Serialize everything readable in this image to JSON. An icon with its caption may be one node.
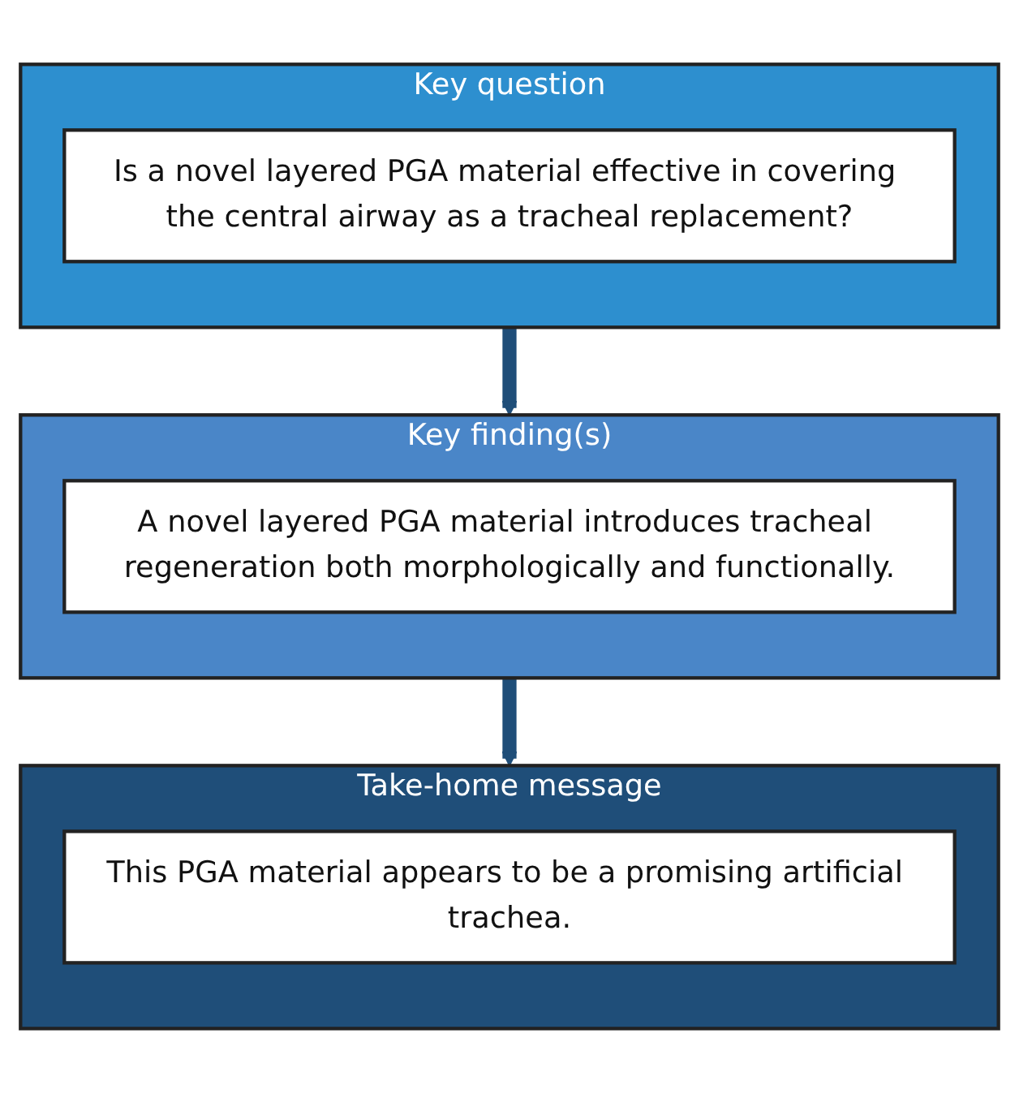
{
  "diagram": {
    "nodes": [
      {
        "text": [
          "Key question"
        ]
      },
      {
        "text": [
          "Is a novel layered PGA material effective in covering the central airway as a tracheal replacement?"
        ],
        "in": 0
      },
      {
        "text": [
          "Key finding(s)"
        ]
      },
      {
        "text": [
          "A novel layered PGA material introduces tracheal regeneration both morphologically and functionally."
        ],
        "in": 2
      },
      {
        "text": [
          "Take-home message"
        ]
      },
      {
        "text": [
          "This PGA material appears to be a promising artificial trachea."
        ],
        "in": 4
      }
    ],
    "edges": [
      {
        "from": 0,
        "to": 2,
        "arrow": "to"
      },
      {
        "from": 2,
        "to": 4,
        "arrow": "to"
      }
    ]
  }
}
